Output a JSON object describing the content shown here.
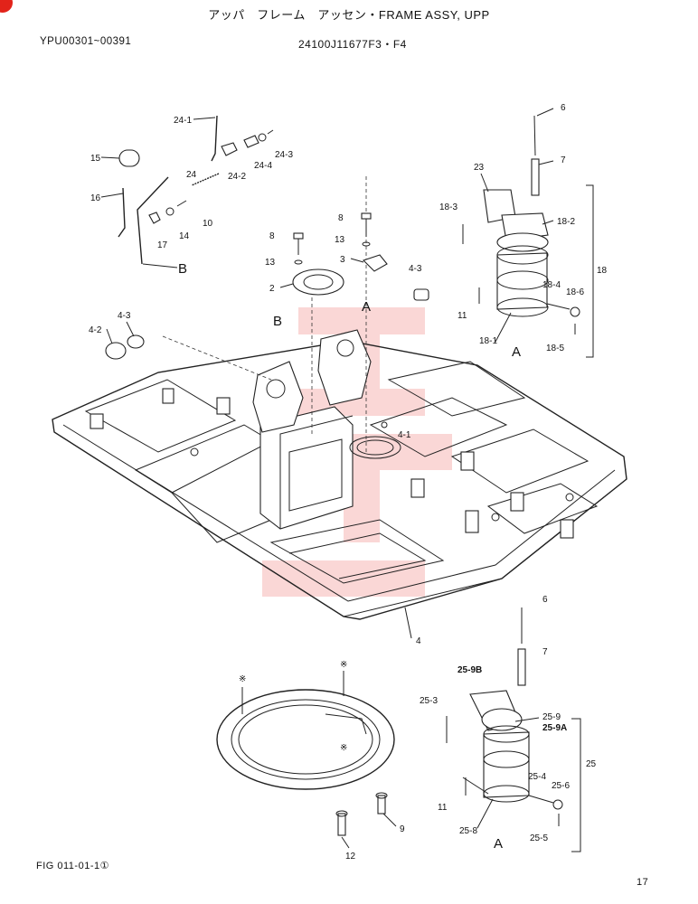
{
  "header": {
    "title": "アッパ　フレーム　アッセン・FRAME ASSY, UPP",
    "serial_range": "YPU00301~00391",
    "part_number": "24100J11677F3・F4"
  },
  "footer": {
    "figure_ref": "FIG 011-01-1①",
    "page_number": "17"
  },
  "brand_color": "#e2231a",
  "callouts": {
    "c24_1": "24-1",
    "c24": "24",
    "c24_2": "24-2",
    "c24_4": "24-4",
    "c24_3": "24-3",
    "c15": "15",
    "c16": "16",
    "c17": "17",
    "c14": "14",
    "c10": "10",
    "cB1": "B",
    "c8a": "8",
    "c13a": "13",
    "c8b": "8",
    "c13b": "13",
    "c3": "3",
    "c2": "2",
    "c4_3a": "4-3",
    "cA1": "A",
    "cB2": "B",
    "c4_2": "4-2",
    "c4_3b": "4-3",
    "c6a": "6",
    "c7a": "7",
    "c23": "23",
    "c18_3": "18-3",
    "c18_2": "18-2",
    "c18_4": "18-4",
    "c18_6": "18-6",
    "c11a": "11",
    "c18_1": "18-1",
    "cA2": "A",
    "c18_5": "18-5",
    "c18": "18",
    "c4_1": "4-1",
    "c4": "4",
    "star1": "※",
    "star2": "※",
    "star3": "※",
    "c9": "9",
    "c12": "12",
    "c6b": "6",
    "c7b": "7",
    "c25_9B": "25-9B",
    "c25_3": "25-3",
    "c25_9": "25-9",
    "c25_9A": "25-9A",
    "c25": "25",
    "c25_4": "25-4",
    "c25_6": "25-6",
    "c11b": "11",
    "c25_8": "25-8",
    "c25_5": "25-5",
    "cA3": "A"
  }
}
